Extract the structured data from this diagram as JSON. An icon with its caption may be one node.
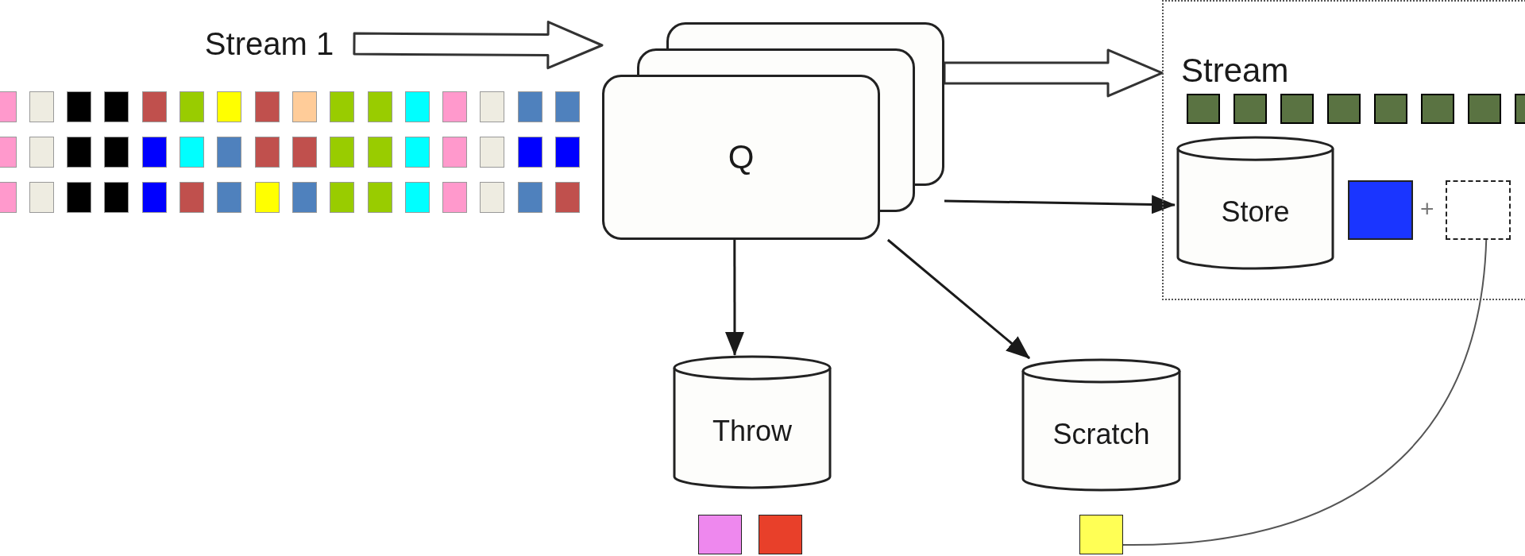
{
  "diagram": {
    "nodes": [
      {
        "text": [
          "Stream 1"
        ]
      },
      {
        "text": [
          "Q"
        ]
      },
      {
        "text": [
          "Stream"
        ]
      },
      {
        "text": [
          "Store"
        ],
        "in": 2
      },
      {
        "text": [],
        "shape": "box",
        "in": 2
      },
      {
        "text": [],
        "shape": "box",
        "in": 2
      },
      {
        "text": [
          "Throw"
        ]
      },
      {
        "text": [
          "Scratch"
        ]
      },
      {
        "text": [],
        "shape": "box"
      }
    ],
    "edges": [
      {
        "from": 0,
        "to": 1,
        "arrow": "to",
        "style": "thick"
      },
      {
        "from": 1,
        "to": 2,
        "arrow": "to",
        "style": "thick"
      },
      {
        "from": 1,
        "to": 3,
        "arrow": "to"
      },
      {
        "from": 1,
        "to": 6,
        "arrow": "to"
      },
      {
        "from": 1,
        "to": 7,
        "arrow": "to"
      },
      {
        "from": 8,
        "to": 5,
        "arrow": "none",
        "color": "#555555"
      }
    ],
    "labels": [
      "+"
    ]
  }
}
